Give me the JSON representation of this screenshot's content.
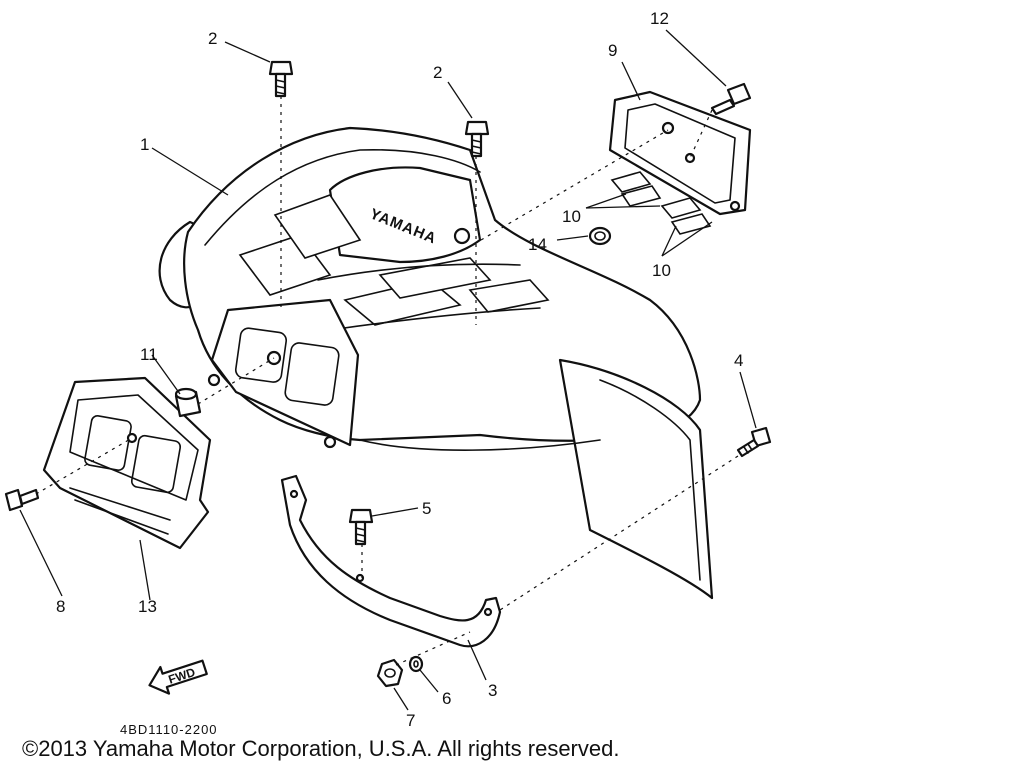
{
  "diagram": {
    "callouts": {
      "p1": "1",
      "p2a": "2",
      "p2b": "2",
      "p3": "3",
      "p4": "4",
      "p5": "5",
      "p6": "6",
      "p7": "7",
      "p8": "8",
      "p9": "9",
      "p10a": "10",
      "p10b": "10",
      "p11": "11",
      "p12": "12",
      "p13": "13",
      "p14": "14"
    },
    "brand_text": "YAMAHA",
    "fwd_label": "FWD",
    "drawing_code": "4BD1110-2200"
  },
  "footer": {
    "copyright": "©2013 Yamaha Motor Corporation, U.S.A. All rights reserved."
  }
}
